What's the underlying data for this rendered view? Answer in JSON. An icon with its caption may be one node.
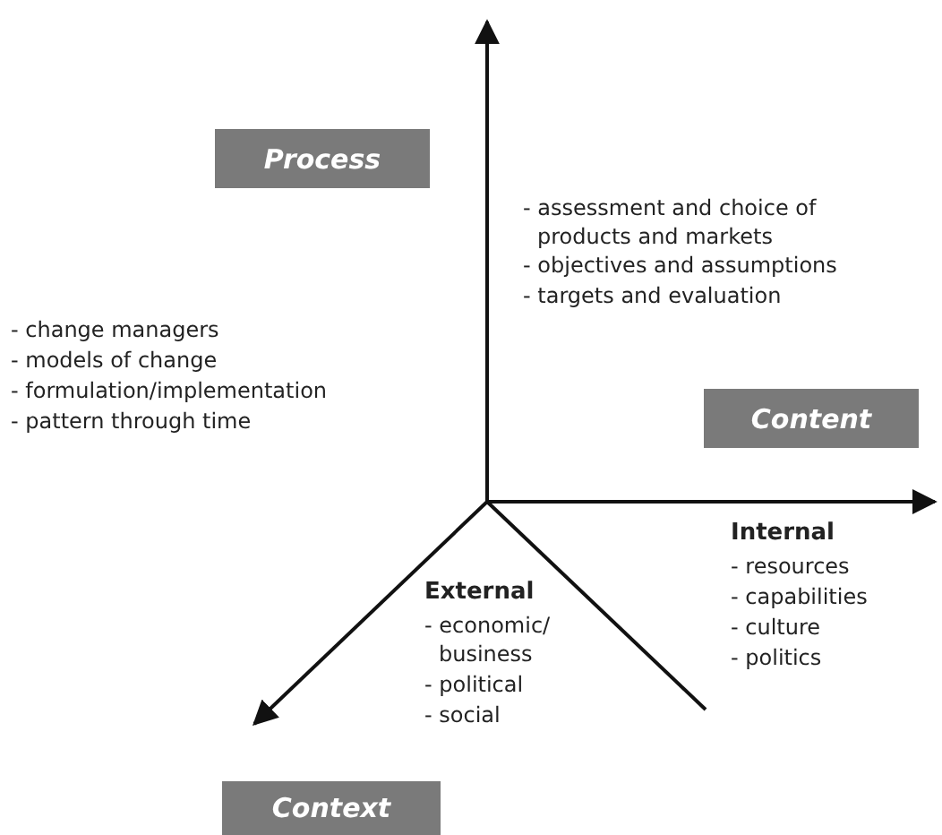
{
  "diagram": {
    "nodes": [
      {
        "text": [
          "Process"
        ]
      },
      {
        "text": [
          "Content"
        ]
      },
      {
        "text": [
          "Context"
        ]
      }
    ],
    "labels": [
      "- assessment and choice of products and markets",
      "- objectives and assumptions",
      "- targets and evaluation",
      "- change managers",
      "- models of change",
      "- formulation/implementation",
      "- pattern through time",
      "Internal",
      "- resources",
      "- capabilities",
      "- culture",
      "- politics",
      "External",
      "- economic/ business",
      "- political",
      "- social"
    ]
  }
}
